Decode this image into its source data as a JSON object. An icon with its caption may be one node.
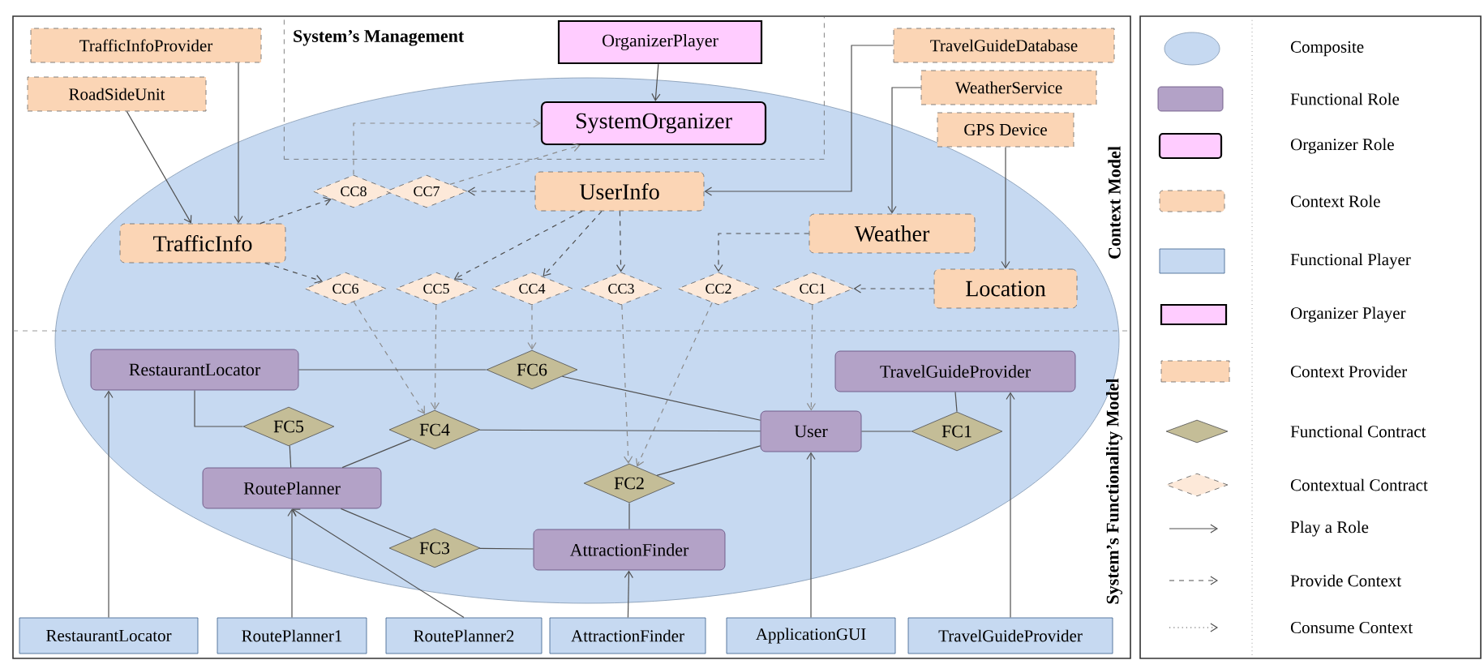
{
  "diagram": {
    "nodes": [
      {
        "text": [
          "System’s Management"
        ]
      },
      {
        "text": [
          "OrganizerPlayer"
        ],
        "in": 0
      },
      {
        "text": [
          "SystemOrganizer"
        ],
        "in": 0
      },
      {
        "text": [
          "TrafficInfoProvider"
        ]
      },
      {
        "text": [
          "RoadSideUnit"
        ]
      },
      {
        "text": [
          "TravelGuideDatabase"
        ]
      },
      {
        "text": [
          "WeatherService"
        ]
      },
      {
        "text": [
          "GPS Device"
        ]
      },
      {
        "text": [
          "TrafficInfo"
        ]
      },
      {
        "text": [
          "UserInfo"
        ]
      },
      {
        "text": [
          "Weather"
        ]
      },
      {
        "text": [
          "Location"
        ]
      },
      {
        "text": [
          "CC8"
        ]
      },
      {
        "text": [
          "CC7"
        ]
      },
      {
        "text": [
          "CC6"
        ]
      },
      {
        "text": [
          "CC5"
        ]
      },
      {
        "text": [
          "CC4"
        ]
      },
      {
        "text": [
          "CC3"
        ]
      },
      {
        "text": [
          "CC2"
        ]
      },
      {
        "text": [
          "CC1"
        ]
      },
      {
        "text": [
          "RestaurantLocator"
        ]
      },
      {
        "text": [
          "FC6"
        ]
      },
      {
        "text": [
          "TravelGuideProvider"
        ]
      },
      {
        "text": [
          "FC5"
        ]
      },
      {
        "text": [
          "FC4"
        ]
      },
      {
        "text": [
          "User"
        ]
      },
      {
        "text": [
          "FC1"
        ]
      },
      {
        "text": [
          "RoutePlanner"
        ]
      },
      {
        "text": [
          "FC2"
        ]
      },
      {
        "text": [
          "FC3"
        ]
      },
      {
        "text": [
          "AttractionFinder"
        ]
      },
      {
        "text": [
          "RestaurantLocator"
        ]
      },
      {
        "text": [
          "RoutePlanner1"
        ]
      },
      {
        "text": [
          "RoutePlanner2"
        ]
      },
      {
        "text": [
          "AttractionFinder"
        ]
      },
      {
        "text": [
          "ApplicationGUI"
        ]
      },
      {
        "text": [
          "TravelGuideProvider"
        ]
      }
    ],
    "edges": [
      {
        "from": 1,
        "to": 2,
        "arrow": "to"
      },
      {
        "from": 3,
        "to": 8,
        "arrow": "to"
      },
      {
        "from": 4,
        "to": 8,
        "arrow": "to"
      },
      {
        "from": 5,
        "to": 9,
        "arrow": "to"
      },
      {
        "from": 6,
        "to": 10,
        "arrow": "to"
      },
      {
        "from": 7,
        "to": 11,
        "arrow": "to"
      },
      {
        "from": 31,
        "to": 20,
        "arrow": "to"
      },
      {
        "from": 32,
        "to": 27,
        "arrow": "to"
      },
      {
        "from": 33,
        "to": 27,
        "arrow": "to"
      },
      {
        "from": 34,
        "to": 30,
        "arrow": "to"
      },
      {
        "from": 35,
        "to": 25,
        "arrow": "to"
      },
      {
        "from": 36,
        "to": 22,
        "arrow": "to"
      },
      {
        "from": 8,
        "to": 12,
        "arrow": "to",
        "style": "dashed"
      },
      {
        "from": 8,
        "to": 14,
        "arrow": "to",
        "style": "dashed"
      },
      {
        "from": 9,
        "to": 13,
        "arrow": "to",
        "style": "dashed"
      },
      {
        "from": 9,
        "to": 15,
        "arrow": "to",
        "style": "dashed"
      },
      {
        "from": 9,
        "to": 16,
        "arrow": "to",
        "style": "dashed"
      },
      {
        "from": 9,
        "to": 17,
        "arrow": "to",
        "style": "dashed"
      },
      {
        "from": 10,
        "to": 18,
        "arrow": "to",
        "style": "dashed"
      },
      {
        "from": 11,
        "to": 19,
        "arrow": "to",
        "style": "dashed"
      },
      {
        "from": 12,
        "to": 2,
        "arrow": "to",
        "style": "dashed",
        "color": "#8c8c8c"
      },
      {
        "from": 13,
        "to": 2,
        "arrow": "to",
        "style": "dashed",
        "color": "#8c8c8c"
      },
      {
        "from": 14,
        "to": 24,
        "arrow": "to",
        "style": "dashed",
        "color": "#8c8c8c"
      },
      {
        "from": 15,
        "to": 24,
        "arrow": "to",
        "style": "dashed",
        "color": "#8c8c8c"
      },
      {
        "from": 16,
        "to": 21,
        "arrow": "to",
        "style": "dashed",
        "color": "#8c8c8c"
      },
      {
        "from": 17,
        "to": 28,
        "arrow": "to",
        "style": "dashed",
        "color": "#8c8c8c"
      },
      {
        "from": 18,
        "to": 28,
        "arrow": "to",
        "style": "dashed",
        "color": "#8c8c8c"
      },
      {
        "from": 19,
        "to": 25,
        "arrow": "to",
        "style": "dashed",
        "color": "#8c8c8c"
      },
      {
        "from": 20,
        "to": 21,
        "arrow": "none"
      },
      {
        "from": 21,
        "to": 25,
        "arrow": "none"
      },
      {
        "from": 20,
        "to": 23,
        "arrow": "none"
      },
      {
        "from": 23,
        "to": 27,
        "arrow": "none"
      },
      {
        "from": 27,
        "to": 24,
        "arrow": "none"
      },
      {
        "from": 24,
        "to": 25,
        "arrow": "none"
      },
      {
        "from": 27,
        "to": 29,
        "arrow": "none"
      },
      {
        "from": 29,
        "to": 30,
        "arrow": "none"
      },
      {
        "from": 30,
        "to": 28,
        "arrow": "none"
      },
      {
        "from": 28,
        "to": 25,
        "arrow": "none"
      },
      {
        "from": 25,
        "to": 26,
        "arrow": "none"
      },
      {
        "from": 26,
        "to": 22,
        "arrow": "none"
      }
    ],
    "labels": [
      "Context Model",
      "System’s Functionality Model"
    ],
    "legend": [
      {
        "text": "Composite"
      },
      {
        "text": "Functional Role"
      },
      {
        "text": "Organizer Role"
      },
      {
        "text": "Context Role"
      },
      {
        "text": "Functional Player"
      },
      {
        "text": "Organizer Player"
      },
      {
        "text": "Context Provider"
      },
      {
        "text": "Functional Contract"
      },
      {
        "text": "Contextual Contract"
      },
      {
        "text": "Play a Role"
      },
      {
        "text": "Provide Context"
      },
      {
        "text": "Consume Context"
      }
    ]
  }
}
